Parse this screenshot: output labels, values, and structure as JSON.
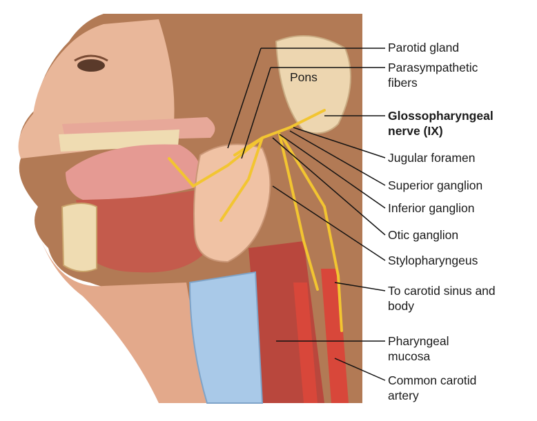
{
  "figure": {
    "structure_label": "Pons",
    "labels": [
      {
        "id": "parotid-gland",
        "lines": [
          "Parotid gland"
        ],
        "bold": false
      },
      {
        "id": "parasympathetic-fibers",
        "lines": [
          "Parasympathetic",
          "fibers"
        ],
        "bold": false
      },
      {
        "id": "glossopharyngeal-nerve",
        "lines": [
          "Glossopharyngeal",
          "nerve (IX)"
        ],
        "bold": true
      },
      {
        "id": "jugular-foramen",
        "lines": [
          "Jugular foramen"
        ],
        "bold": false
      },
      {
        "id": "superior-ganglion",
        "lines": [
          "Superior ganglion"
        ],
        "bold": false
      },
      {
        "id": "inferior-ganglion",
        "lines": [
          "Inferior ganglion"
        ],
        "bold": false
      },
      {
        "id": "otic-ganglion",
        "lines": [
          "Otic ganglion"
        ],
        "bold": false
      },
      {
        "id": "stylopharyngeus",
        "lines": [
          "Stylopharyngeus"
        ],
        "bold": false
      },
      {
        "id": "carotid-sinus",
        "lines": [
          "To carotid sinus and",
          "body"
        ],
        "bold": false
      },
      {
        "id": "pharyngeal-mucosa",
        "lines": [
          "Pharyngeal",
          "mucosa"
        ],
        "bold": false
      },
      {
        "id": "common-carotid-artery",
        "lines": [
          "Common carotid",
          "artery"
        ],
        "bold": false
      }
    ],
    "colors": {
      "skin": "#e9b79a",
      "hair": "#a06c49",
      "muscle": "#c45b4c",
      "nerve": "#f2c531",
      "gland": "#f0c2a4",
      "artery": "#d8473a",
      "cartilage": "#a9c9e8",
      "bone": "#efdcb2",
      "leader": "#111111"
    }
  }
}
